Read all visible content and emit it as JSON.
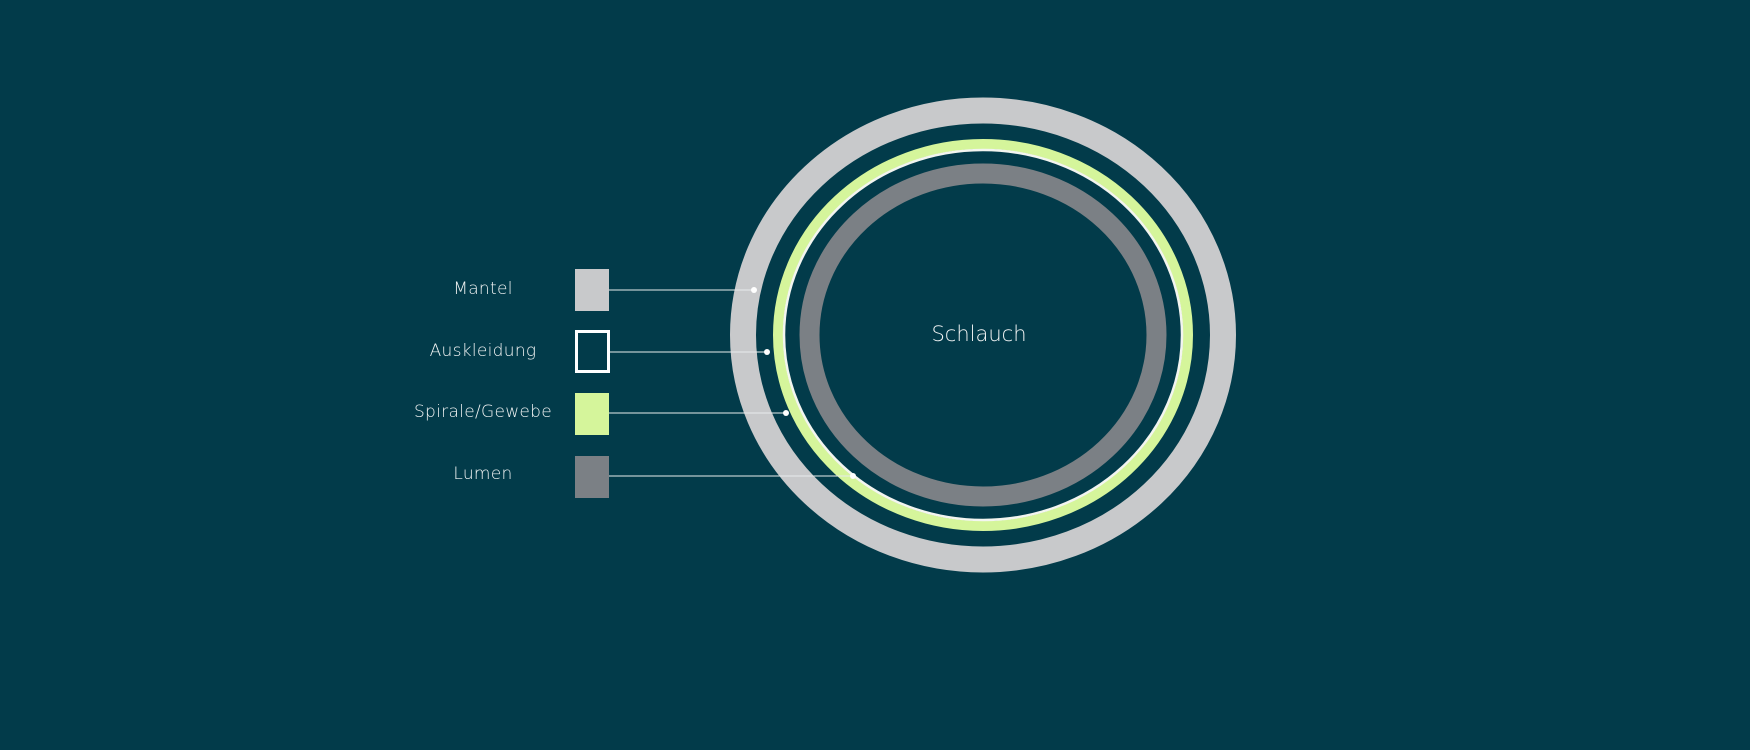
{
  "title": "Schlauch",
  "legend": [
    {
      "label": "Mantel",
      "color": "#c8c9cb"
    },
    {
      "label": "Auskleidung",
      "color": "#ffffff"
    },
    {
      "label": "Spirale/Gewebe",
      "color": "#d5f59b"
    },
    {
      "label": "Lumen",
      "color": "#7b8085"
    }
  ]
}
